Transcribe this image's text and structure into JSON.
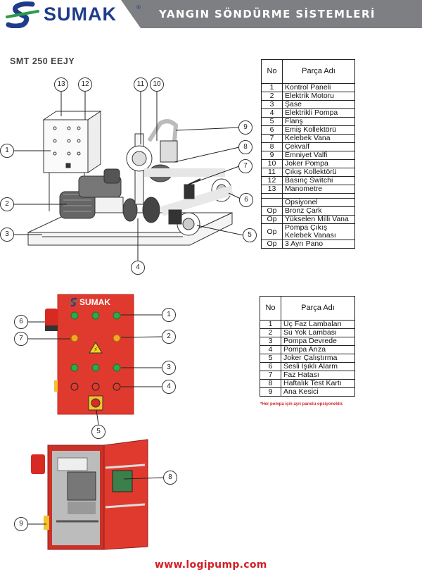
{
  "header": {
    "brand_name": "SUMAK",
    "registered_mark": "®",
    "tagline": "YANGIN SÖNDÜRME SİSTEMLERİ",
    "brand_color": "#1f3c8c",
    "band_color": "#7d7f82"
  },
  "model_title": "SMT 250 EEJY",
  "table1": {
    "headers": {
      "no": "No",
      "name": "Parça Adı"
    },
    "rows": [
      {
        "no": "1",
        "name": "Kontrol Paneli"
      },
      {
        "no": "2",
        "name": "Elektrik Motoru"
      },
      {
        "no": "3",
        "name": "Şase"
      },
      {
        "no": "4",
        "name": "Elektrikli Pompa"
      },
      {
        "no": "5",
        "name": "Flanş"
      },
      {
        "no": "6",
        "name": "Emiş Kollektörü"
      },
      {
        "no": "7",
        "name": "Kelebek Vana"
      },
      {
        "no": "8",
        "name": "Çekvalf"
      },
      {
        "no": "9",
        "name": "Emniyet Valfi"
      },
      {
        "no": "10",
        "name": "Joker Pompa"
      },
      {
        "no": "11",
        "name": "Çıkış Kollektörü"
      },
      {
        "no": "12",
        "name": "Basınç Switchi"
      },
      {
        "no": "13",
        "name": "Manometre"
      }
    ],
    "optional_title": "Opsiyonel",
    "optional_rows": [
      {
        "no": "Op",
        "name": "Bronz Çark"
      },
      {
        "no": "Op",
        "name": "Yükselen Milli Vana"
      },
      {
        "no": "Op",
        "name": "Pompa Çıkış Kelebek Vanası"
      },
      {
        "no": "Op",
        "name": "3 Ayrı Pano"
      }
    ]
  },
  "table2": {
    "headers": {
      "no": "No",
      "name": "Parça Adı"
    },
    "rows": [
      {
        "no": "1",
        "name": "Üç Faz Lambaları"
      },
      {
        "no": "2",
        "name": "Su Yok Lambası"
      },
      {
        "no": "3",
        "name": "Pompa Devrede"
      },
      {
        "no": "4",
        "name": "Pompa Arıza"
      },
      {
        "no": "5",
        "name": "Joker Çalıştırma"
      },
      {
        "no": "6",
        "name": "Sesli Işıklı Alarm"
      },
      {
        "no": "7",
        "name": "Faz Hatası"
      },
      {
        "no": "8",
        "name": "Haftalık Test Kartı"
      },
      {
        "no": "9",
        "name": "Ana Kesici"
      }
    ],
    "footnote": "*Her pompa için ayrı panolu opsiyoneldir."
  },
  "diagram1_callouts": [
    "1",
    "2",
    "3",
    "4",
    "5",
    "6",
    "7",
    "8",
    "9",
    "10",
    "11",
    "12",
    "13"
  ],
  "panel_callouts": [
    "1",
    "2",
    "3",
    "4",
    "5",
    "6",
    "7"
  ],
  "cabinet_callouts": [
    "8",
    "9"
  ],
  "panel_logo": "SUMAK",
  "footer_url": "www.logipump.com",
  "colors": {
    "panel_red": "#e03a2e",
    "footer_red": "#d21f26"
  }
}
